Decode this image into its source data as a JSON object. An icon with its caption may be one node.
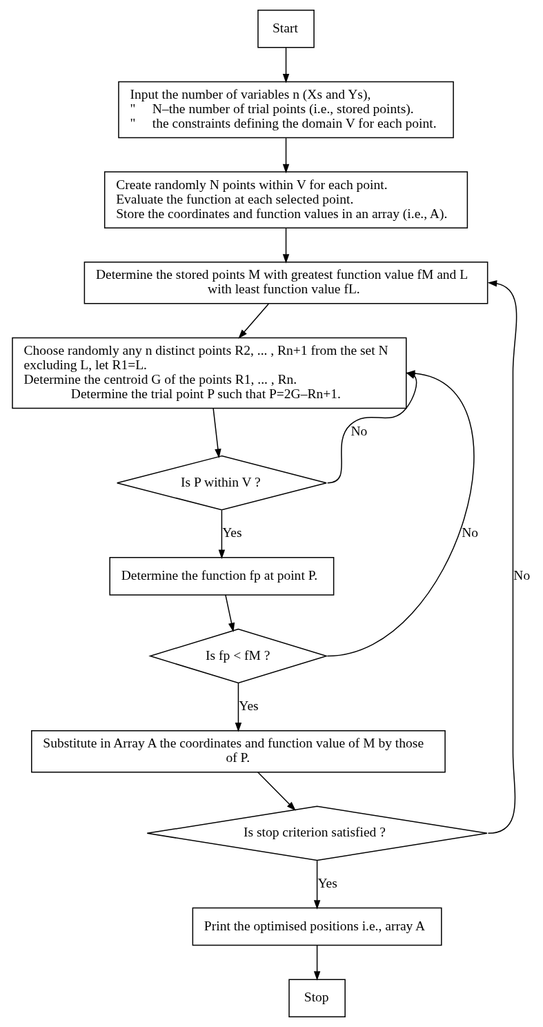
{
  "diagram": {
    "nodes": [
      {
        "text": [
          "Start"
        ]
      },
      {
        "text": [
          "Input the number of variables n (Xs and Ys),",
          "\"     N–the number of trial points (i.e., stored points).",
          "\"     the constraints defining the domain V for each point."
        ]
      },
      {
        "text": [
          "Create randomly N points within V for each point.",
          "Evaluate the function at each selected point.",
          "Store the coordinates and function values in an array (i.e., A)."
        ]
      },
      {
        "text": [
          "Determine the stored points M with greatest function value fM and L with least function value fL."
        ]
      },
      {
        "text": [
          "Choose randomly any n distinct points R2, ... , Rn+1 from the set N excluding L, let R1=L.",
          "Determine the centroid G of the points R1, ... , Rn.",
          "Determine the trial point P such that P=2G–Rn+1."
        ]
      },
      {
        "text": [
          "Is P within V ?"
        ]
      },
      {
        "text": [
          "Determine the function fp at point P."
        ]
      },
      {
        "text": [
          "Is fp < fM ?"
        ]
      },
      {
        "text": [
          "Substitute in Array A the coordinates and function value of M by those of P."
        ]
      },
      {
        "text": [
          "Is stop criterion satisfied ?"
        ]
      },
      {
        "text": [
          "Print the optimised positions i.e., array A"
        ]
      },
      {
        "text": [
          "Stop"
        ]
      }
    ],
    "edges": [
      {
        "from": 0,
        "to": 1,
        "arrow": "to"
      },
      {
        "from": 1,
        "to": 2,
        "arrow": "to"
      },
      {
        "from": 2,
        "to": 3,
        "arrow": "to"
      },
      {
        "from": 3,
        "to": 4,
        "arrow": "to"
      },
      {
        "from": 4,
        "to": 5,
        "arrow": "to"
      },
      {
        "from": 5,
        "to": 4,
        "arrow": "to",
        "label": "No"
      },
      {
        "from": 5,
        "to": 6,
        "arrow": "to",
        "label": "Yes"
      },
      {
        "from": 6,
        "to": 7,
        "arrow": "to"
      },
      {
        "from": 7,
        "to": 4,
        "arrow": "to",
        "label": "No"
      },
      {
        "from": 7,
        "to": 8,
        "arrow": "to",
        "label": "Yes"
      },
      {
        "from": 8,
        "to": 9,
        "arrow": "to"
      },
      {
        "from": 9,
        "to": 3,
        "arrow": "to",
        "label": "No"
      },
      {
        "from": 9,
        "to": 10,
        "arrow": "to",
        "label": "Yes"
      },
      {
        "from": 10,
        "to": 11,
        "arrow": "to"
      }
    ]
  }
}
